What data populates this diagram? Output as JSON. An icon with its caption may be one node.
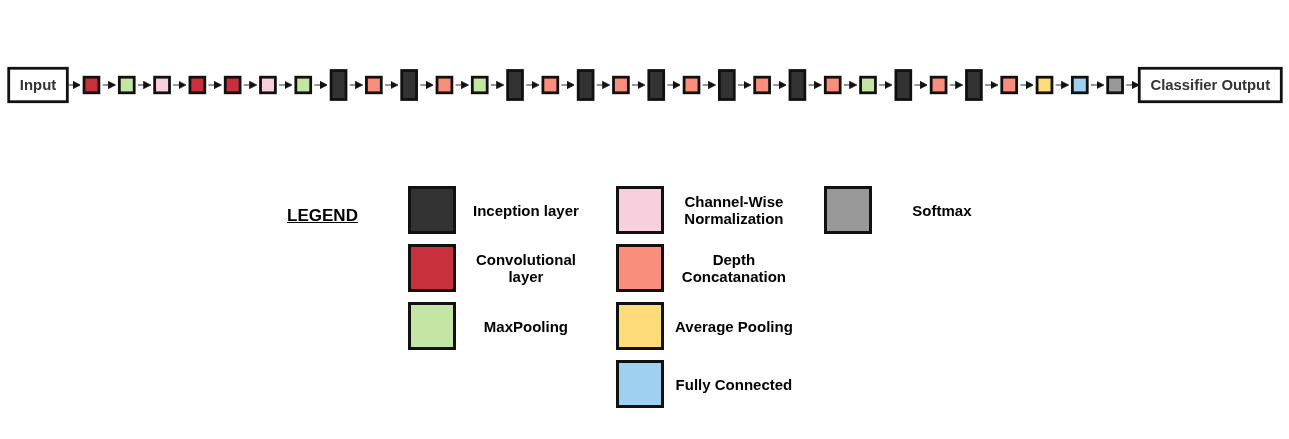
{
  "diagram": {
    "nodes": [
      {
        "text": [
          "Input"
        ]
      },
      {
        "text": [],
        "shape": "box"
      },
      {
        "text": [],
        "shape": "box"
      },
      {
        "text": [],
        "shape": "box"
      },
      {
        "text": [],
        "shape": "box"
      },
      {
        "text": [],
        "shape": "box"
      },
      {
        "text": [],
        "shape": "box"
      },
      {
        "text": [],
        "shape": "box"
      },
      {
        "text": [],
        "shape": "bar"
      },
      {
        "text": [],
        "shape": "box"
      },
      {
        "text": [],
        "shape": "bar"
      },
      {
        "text": [],
        "shape": "box"
      },
      {
        "text": [],
        "shape": "box"
      },
      {
        "text": [],
        "shape": "bar"
      },
      {
        "text": [],
        "shape": "box"
      },
      {
        "text": [],
        "shape": "bar"
      },
      {
        "text": [],
        "shape": "box"
      },
      {
        "text": [],
        "shape": "bar"
      },
      {
        "text": [],
        "shape": "box"
      },
      {
        "text": [],
        "shape": "bar"
      },
      {
        "text": [],
        "shape": "box"
      },
      {
        "text": [],
        "shape": "bar"
      },
      {
        "text": [],
        "shape": "box"
      },
      {
        "text": [],
        "shape": "box"
      },
      {
        "text": [],
        "shape": "bar"
      },
      {
        "text": [],
        "shape": "box"
      },
      {
        "text": [],
        "shape": "bar"
      },
      {
        "text": [],
        "shape": "box"
      },
      {
        "text": [],
        "shape": "box"
      },
      {
        "text": [],
        "shape": "box"
      },
      {
        "text": [],
        "shape": "box"
      },
      {
        "text": [
          "Classifier Output"
        ]
      }
    ],
    "edges": [
      {
        "from": 0,
        "to": 1,
        "arrow": "to"
      },
      {
        "from": 1,
        "to": 2,
        "arrow": "to"
      },
      {
        "from": 2,
        "to": 3,
        "arrow": "to"
      },
      {
        "from": 3,
        "to": 4,
        "arrow": "to"
      },
      {
        "from": 4,
        "to": 5,
        "arrow": "to"
      },
      {
        "from": 5,
        "to": 6,
        "arrow": "to"
      },
      {
        "from": 6,
        "to": 7,
        "arrow": "to"
      },
      {
        "from": 7,
        "to": 8,
        "arrow": "to"
      },
      {
        "from": 8,
        "to": 9,
        "arrow": "to"
      },
      {
        "from": 9,
        "to": 10,
        "arrow": "to"
      },
      {
        "from": 10,
        "to": 11,
        "arrow": "to"
      },
      {
        "from": 11,
        "to": 12,
        "arrow": "to"
      },
      {
        "from": 12,
        "to": 13,
        "arrow": "to"
      },
      {
        "from": 13,
        "to": 14,
        "arrow": "to"
      },
      {
        "from": 14,
        "to": 15,
        "arrow": "to"
      },
      {
        "from": 15,
        "to": 16,
        "arrow": "to"
      },
      {
        "from": 16,
        "to": 17,
        "arrow": "to"
      },
      {
        "from": 17,
        "to": 18,
        "arrow": "to"
      },
      {
        "from": 18,
        "to": 19,
        "arrow": "to"
      },
      {
        "from": 19,
        "to": 20,
        "arrow": "to"
      },
      {
        "from": 20,
        "to": 21,
        "arrow": "to"
      },
      {
        "from": 21,
        "to": 22,
        "arrow": "to"
      },
      {
        "from": 22,
        "to": 23,
        "arrow": "to"
      },
      {
        "from": 23,
        "to": 24,
        "arrow": "to"
      },
      {
        "from": 24,
        "to": 25,
        "arrow": "to"
      },
      {
        "from": 25,
        "to": 26,
        "arrow": "to"
      },
      {
        "from": 26,
        "to": 27,
        "arrow": "to"
      },
      {
        "from": 27,
        "to": 28,
        "arrow": "to"
      },
      {
        "from": 28,
        "to": 29,
        "arrow": "to"
      },
      {
        "from": 29,
        "to": 30,
        "arrow": "to"
      },
      {
        "from": 30,
        "to": 31,
        "arrow": "to"
      }
    ],
    "labels": [
      "LEGEND"
    ],
    "legend": [
      {
        "text": "Inception layer",
        "color": "#333333"
      },
      {
        "text": "Convolutional layer",
        "color": "#c8303c"
      },
      {
        "text": "MaxPooling",
        "color": "#c5e5a5"
      },
      {
        "text": "Channel-Wise Normalization",
        "color": "#f8cfdc"
      },
      {
        "text": "Depth Concatanation",
        "color": "#fa8e7c"
      },
      {
        "text": "Average Pooling",
        "color": "#fedc7a"
      },
      {
        "text": "Fully Connected",
        "color": "#9fd0f0"
      },
      {
        "text": "Softmax",
        "color": "#999999"
      }
    ]
  }
}
